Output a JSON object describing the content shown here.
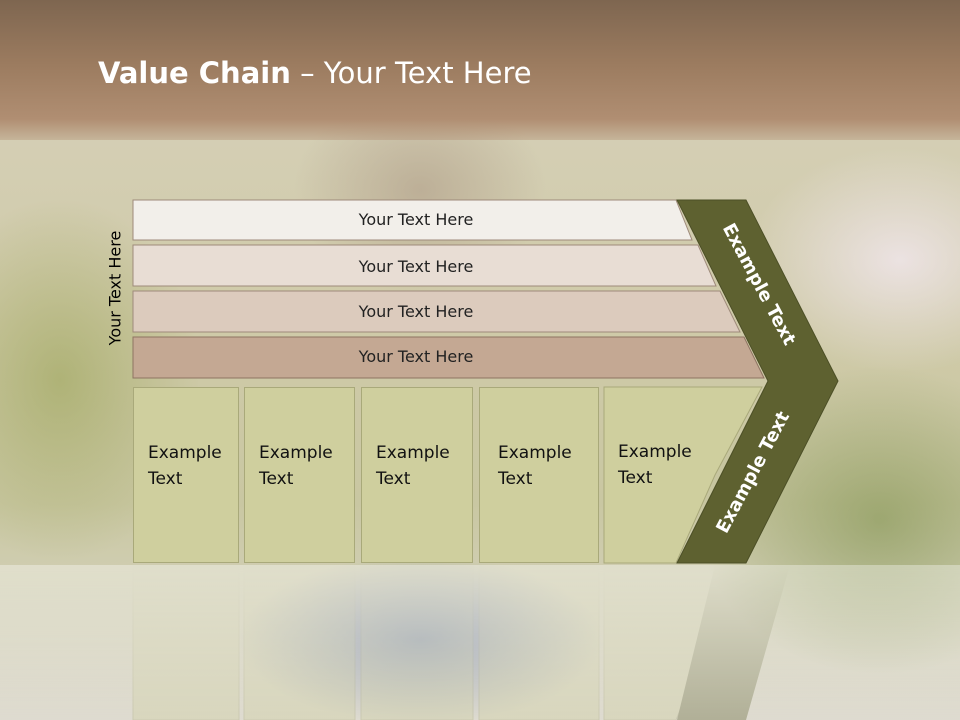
{
  "slide": {
    "title_bold": "Value Chain",
    "title_rest": " – Your Text Here",
    "side_label": "Your Text Here"
  },
  "rows": [
    {
      "label": "Your Text Here",
      "fill": "#f2efea"
    },
    {
      "label": "Your Text Here",
      "fill": "#e8ddd4"
    },
    {
      "label": "Your Text Here",
      "fill": "#dccbbd"
    },
    {
      "label": "Your Text Here",
      "fill": "#c4a893"
    }
  ],
  "boxes": [
    {
      "line1": "Example",
      "line2": "Text"
    },
    {
      "line1": "Example",
      "line2": "Text"
    },
    {
      "line1": "Example",
      "line2": "Text"
    },
    {
      "line1": "Example",
      "line2": "Text"
    },
    {
      "line1": "Example",
      "line2": "Text"
    }
  ],
  "chevron": {
    "upper_label": "Example Text",
    "lower_label": "Example Text",
    "fill": "#5e6130"
  }
}
